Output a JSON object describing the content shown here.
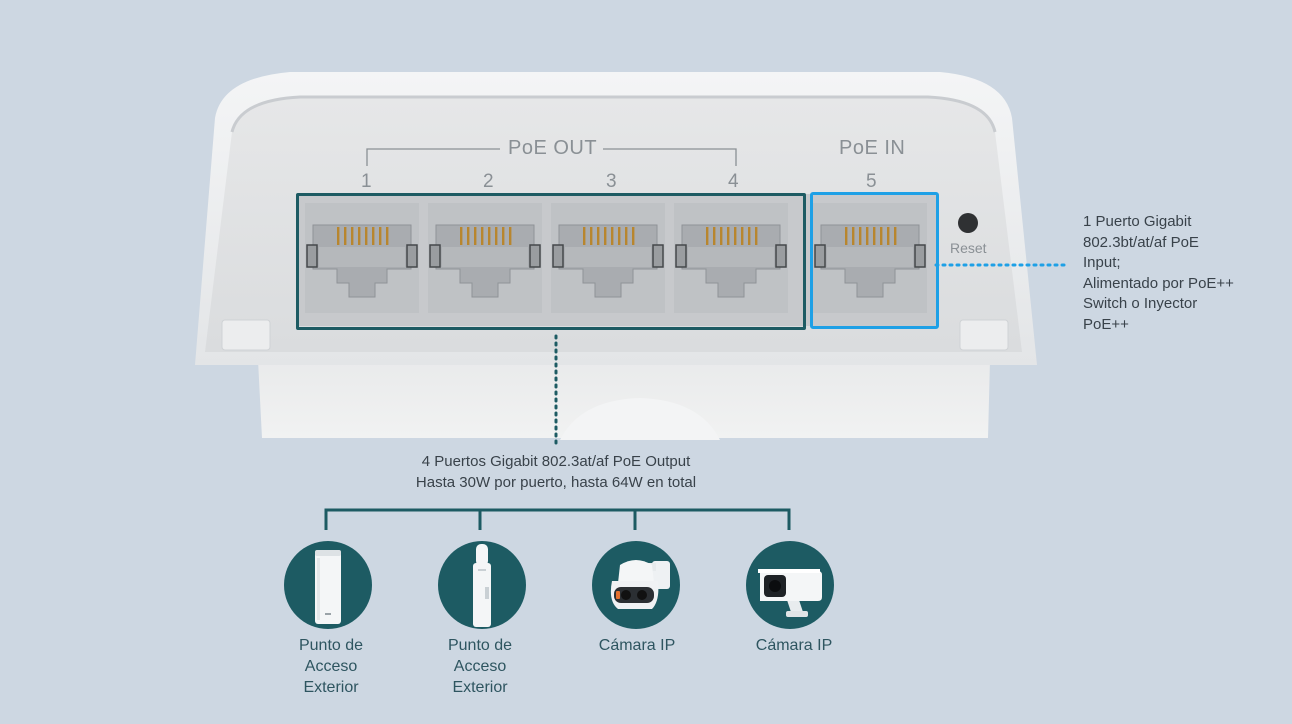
{
  "device": {
    "poe_out_label": "PoE OUT",
    "poe_in_label": "PoE IN",
    "port_numbers": [
      "1",
      "2",
      "3",
      "4",
      "5"
    ],
    "reset_label": "Reset"
  },
  "callout_right": {
    "lines": [
      "1 Puerto Gigabit",
      "802.3bt/at/af PoE",
      "Input;",
      "Alimentado por PoE++",
      "Switch o Inyector",
      "PoE++"
    ]
  },
  "callout_center": {
    "lines": [
      "4 Puertos Gigabit 802.3at/af PoE Output",
      "Hasta 30W por puerto, hasta 64W en total"
    ]
  },
  "devices": [
    {
      "icon": "outdoor-access-point-icon",
      "lines": [
        "Punto de",
        "Acceso",
        "Exterior"
      ]
    },
    {
      "icon": "outdoor-access-point-antenna-icon",
      "lines": [
        "Punto de",
        "Acceso",
        "Exterior"
      ]
    },
    {
      "icon": "pan-tilt-ip-camera-icon",
      "lines": [
        "Cámara IP"
      ]
    },
    {
      "icon": "bullet-ip-camera-icon",
      "lines": [
        "Cámara IP"
      ]
    }
  ],
  "colors": {
    "background": "#cdd7e2",
    "poe_out_highlight": "#1d5b63",
    "poe_in_highlight": "#1ea0e6",
    "circle_fill": "#1d5b63",
    "dotted_out": "#1d5b63",
    "dotted_in": "#1ea0e6"
  }
}
